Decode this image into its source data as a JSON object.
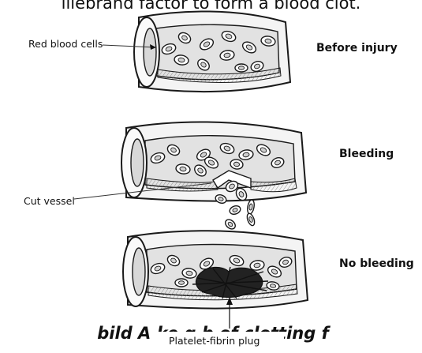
{
  "caption_top": "illebrand factor    to form a blood clot.",
  "caption_bottom": "bild  A ke        g      b           of  clotting  f",
  "labels": {
    "rbc": "Red blood cells",
    "cut_vessel": "Cut vessel",
    "plug": "Platelet-fibrin plug"
  },
  "stages": {
    "before": "Before injury",
    "bleeding": "Bleeding",
    "no_bleeding": "No bleeding"
  },
  "colors": {
    "ink": "#1a1a1a",
    "vessel_fill": "#f2f2f2",
    "lumen_fill": "#e4e4e4",
    "cell_fill": "#ffffff",
    "plug_fill": "#222222"
  }
}
